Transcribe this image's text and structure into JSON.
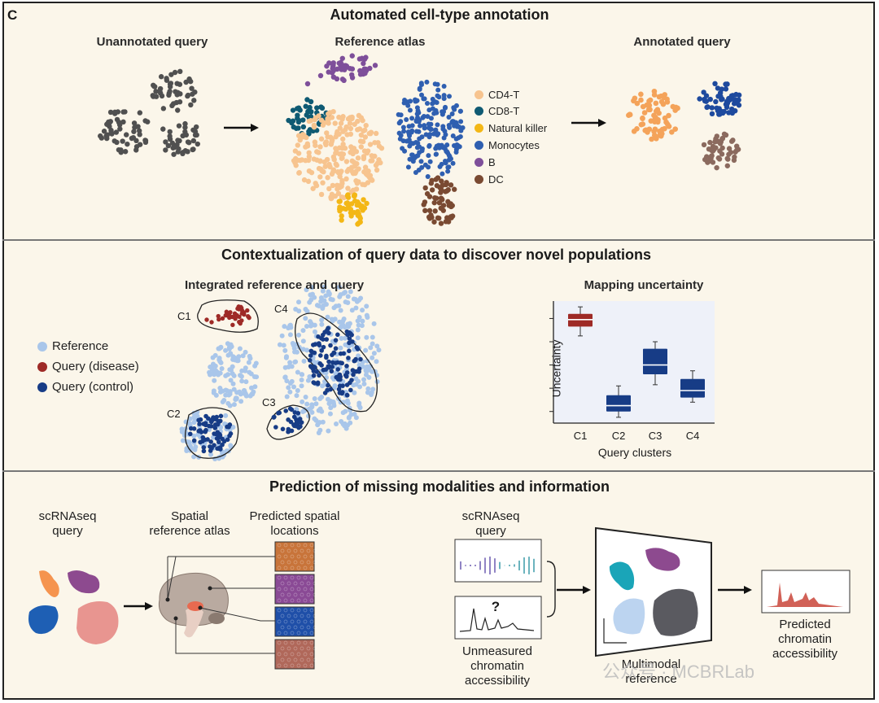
{
  "panel_letter": "C",
  "section1": {
    "title": "Automated cell-type annotation",
    "unannotated_label": "Unannotated query",
    "reference_label": "Reference atlas",
    "annotated_label": "Annotated query",
    "legend": [
      {
        "label": "CD4-T",
        "color": "#f7c48f"
      },
      {
        "label": "CD8-T",
        "color": "#0f5a73"
      },
      {
        "label": "Natural killer",
        "color": "#f3b716"
      },
      {
        "label": "Monocytes",
        "color": "#2f5fb0"
      },
      {
        "label": "B",
        "color": "#7e4f9a"
      },
      {
        "label": "DC",
        "color": "#7a4a32"
      }
    ]
  },
  "section2": {
    "title": "Contextualization of query data to discover novel populations",
    "integrated_label": "Integrated reference and query",
    "uncertainty_label": "Mapping uncertainty",
    "legend": [
      {
        "label": "Reference",
        "color": "#a9c6ea"
      },
      {
        "label": "Query (disease)",
        "color": "#9e2a26"
      },
      {
        "label": "Query (control)",
        "color": "#173c86"
      }
    ],
    "cluster_labels": [
      "C1",
      "C2",
      "C3",
      "C4"
    ],
    "chart_data": {
      "type": "box",
      "categories": [
        "C1",
        "C2",
        "C3",
        "C4"
      ],
      "ylabel": "Uncertainty",
      "xlabel": "Query clusters",
      "boxes": [
        {
          "name": "C1",
          "color": "#9e2a26",
          "whisker_low": 0.75,
          "q1": 0.83,
          "median": 0.89,
          "q3": 0.94,
          "whisker_high": 1.0
        },
        {
          "name": "C2",
          "color": "#173c86",
          "whisker_low": 0.05,
          "q1": 0.1,
          "median": 0.15,
          "q3": 0.24,
          "whisker_high": 0.32
        },
        {
          "name": "C3",
          "color": "#173c86",
          "whisker_low": 0.33,
          "q1": 0.42,
          "median": 0.5,
          "q3": 0.64,
          "whisker_high": 0.7
        },
        {
          "name": "C4",
          "color": "#173c86",
          "whisker_low": 0.18,
          "q1": 0.22,
          "median": 0.28,
          "q3": 0.38,
          "whisker_high": 0.45
        }
      ],
      "ylim": [
        0,
        1.05
      ]
    }
  },
  "section3": {
    "title": "Prediction of missing modalities and information",
    "scrnaseq_query_left": [
      "scRNAseq",
      "query"
    ],
    "spatial_reference": [
      "Spatial",
      "reference atlas"
    ],
    "predicted_spatial": [
      "Predicted spatial",
      "locations"
    ],
    "scrnaseq_query_right": [
      "scRNAseq",
      "query"
    ],
    "unmeasured": [
      "Unmeasured",
      "chromatin",
      "accessibility"
    ],
    "question_mark": "?",
    "multimodal": [
      "Multimodal",
      "reference"
    ],
    "predicted_chromatin": [
      "Predicted",
      "chromatin",
      "accessibility"
    ]
  },
  "watermark": "公众号 · MCBRLab",
  "colors": {
    "background": "#fbf6ea",
    "query_gray": "#505050",
    "reference_blue": "#a9c6ea"
  }
}
